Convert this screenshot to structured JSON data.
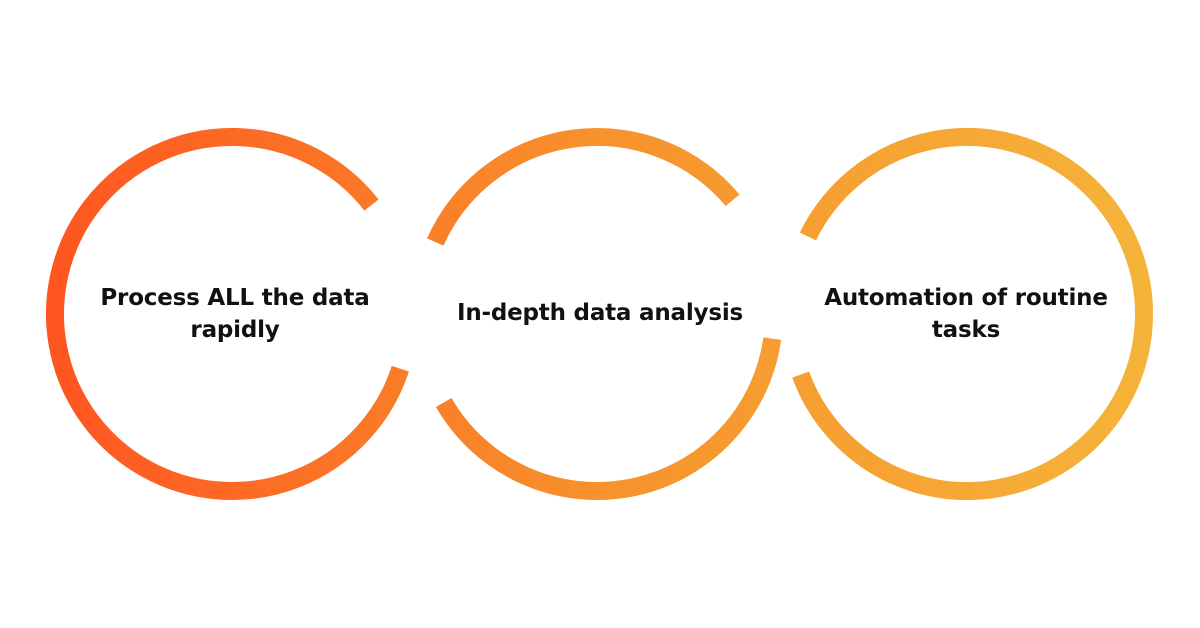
{
  "diagram": {
    "items": [
      {
        "label": "Process ALL the data rapidly"
      },
      {
        "label": "In-depth data analysis"
      },
      {
        "label": "Automation of routine tasks"
      }
    ],
    "colors": {
      "gradient_start": "#ff5420",
      "gradient_mid": "#f7922c",
      "gradient_end": "#f5b43a",
      "text": "#111111",
      "background": "#ffffff"
    }
  }
}
